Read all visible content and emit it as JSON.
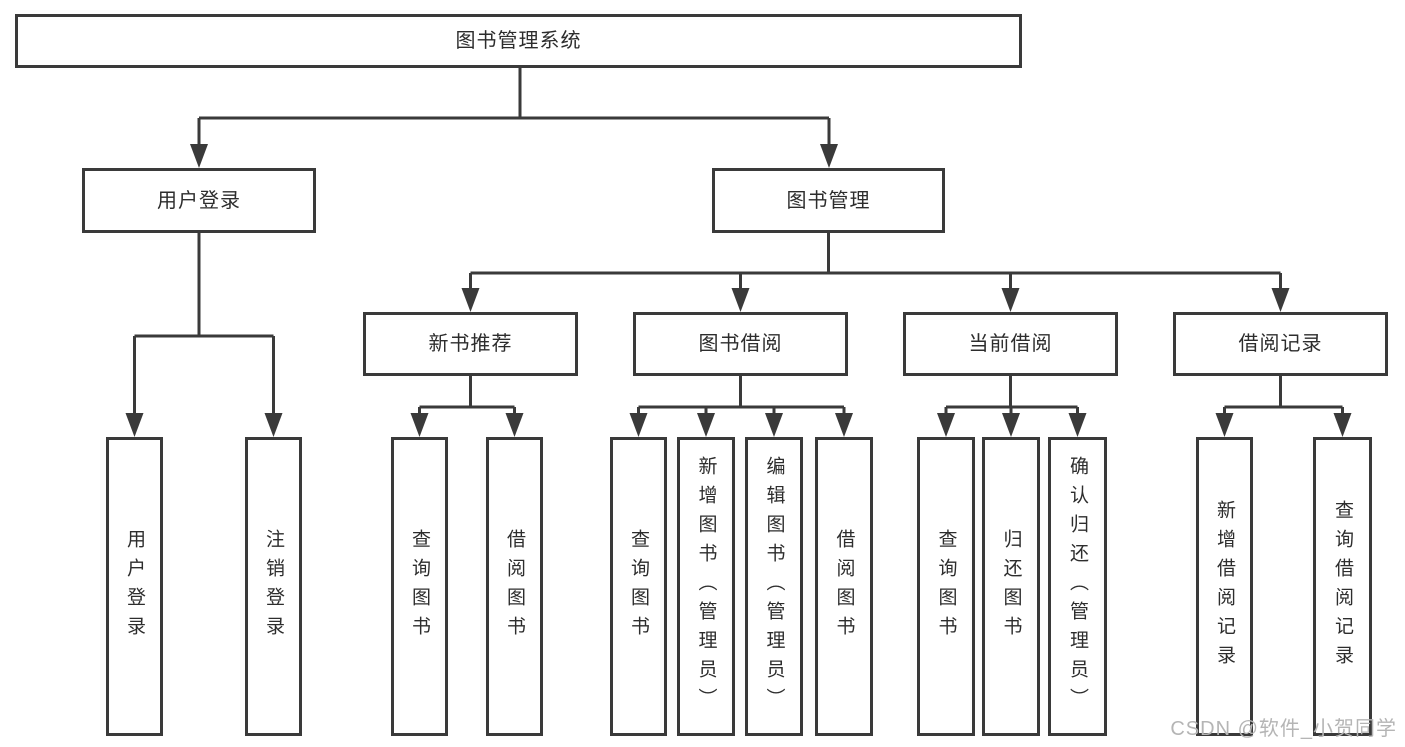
{
  "diagram_title": "图书管理系统",
  "colors": {
    "line": "#3a3a3a",
    "text": "#2d2d2d",
    "background": "#ffffff",
    "watermark": "#b5b5b5"
  },
  "nodes": {
    "root": {
      "label": "图书管理系统"
    },
    "user_login_group": {
      "label": "用户登录"
    },
    "book_management": {
      "label": "图书管理"
    },
    "new_book_recommend": {
      "label": "新书推荐"
    },
    "book_borrowing": {
      "label": "图书借阅"
    },
    "current_borrowing": {
      "label": "当前借阅"
    },
    "borrowing_records": {
      "label": "借阅记录"
    },
    "user_login": {
      "label": "用户登录"
    },
    "logout": {
      "label": "注销登录"
    },
    "recommend_query_books": {
      "label": "查询图书"
    },
    "recommend_borrow_books": {
      "label": "借阅图书"
    },
    "borrowing_query_books": {
      "label": "查询图书"
    },
    "borrowing_add_books": {
      "label": "新增图书（管理员）"
    },
    "borrowing_edit_books": {
      "label": "编辑图书（管理员）"
    },
    "borrowing_borrow_books": {
      "label": "借阅图书"
    },
    "current_query_books": {
      "label": "查询图书"
    },
    "current_return_books": {
      "label": "归还图书"
    },
    "current_confirm_return": {
      "label": "确认归还（管理员）"
    },
    "records_add_record": {
      "label": "新增借阅记录"
    },
    "records_query_record": {
      "label": "查询借阅记录"
    }
  },
  "watermark": "CSDN @软件_小贺同学"
}
